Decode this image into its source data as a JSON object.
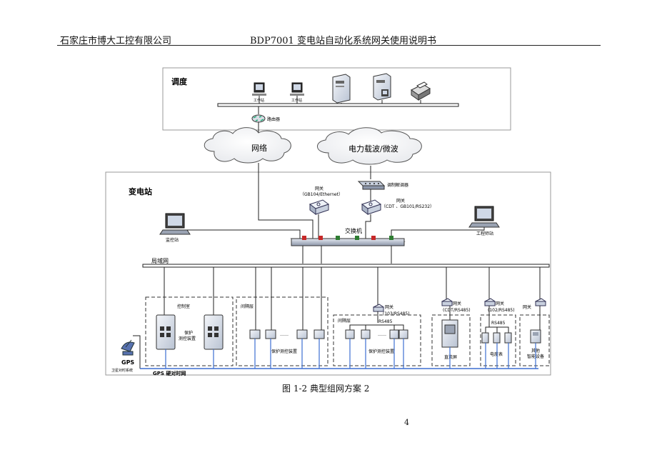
{
  "header": {
    "company": "石家庄市博大工控有限公司",
    "doc_title": "BDP7001 变电站自动化系统网关使用说明书"
  },
  "diagram": {
    "dispatch_title": "调度",
    "workstation_1": "工作站",
    "workstation_2": "工作站",
    "router": "路由器",
    "cloud_network": "网络",
    "cloud_power": "电力载波/微波",
    "modem": "调制解调器",
    "substation_title": "变电站",
    "gateway_eth_1": "网关",
    "gateway_eth_2": "（GB104/Ethernet）",
    "gateway_cdt_1": "网关",
    "gateway_cdt_2": "（CDT 、GB101/RS232）",
    "switch": "交换机",
    "monitor_station": "监控站",
    "engineer_station": "工程师站",
    "lan": "局域网",
    "control_room": "控制室",
    "protect_1a": "保护",
    "protect_1b": "测控装置",
    "bay_1": "间隔层",
    "bay_1_dots": "……",
    "protect_2": "保护测控装置",
    "gateway_103_1": "网关",
    "gateway_103_2": "(103/RS485)",
    "bay_2": "间隔层",
    "rs485_1": "RS485",
    "bay_2_dots": "……",
    "protect_3": "保护测控装置",
    "gateway_cdtrs_1": "网关",
    "gateway_cdtrs_2": "(CDT/RS485)",
    "dc_screen": "直流屏",
    "gateway_102_1": "网关",
    "gateway_102_2": "(102/RS485)",
    "rs485_2": "RS485",
    "meter": "电度表",
    "gateway_other": "网关",
    "other_1": "其他",
    "other_2": "智能设备",
    "gps": "GPS",
    "gps_sub": "卫星对时系统",
    "gps_bus": "GPS 硬对时网"
  },
  "caption": "图 1-2  典型组网方案 2",
  "page_number": "4"
}
